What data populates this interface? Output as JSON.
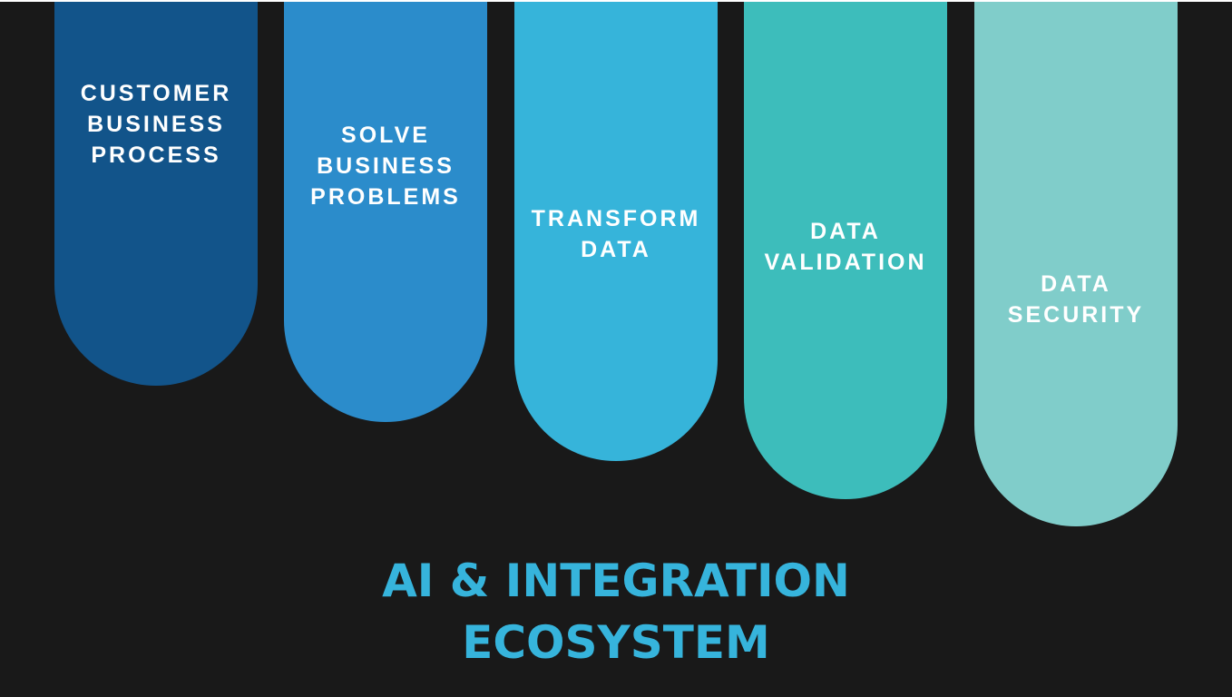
{
  "pillars": [
    {
      "label": "CUSTOMER\nBUSINESS\nPROCESS",
      "color": "#12548a"
    },
    {
      "label": "SOLVE\nBUSINESS\nPROBLEMS",
      "color": "#2b8ccb"
    },
    {
      "label": "TRANSFORM\nDATA",
      "color": "#36b4da"
    },
    {
      "label": "DATA\nVALIDATION",
      "color": "#3dbdbb"
    },
    {
      "label": "DATA\nSECURITY",
      "color": "#80cdca"
    }
  ],
  "title": {
    "line1": "AI & INTEGRATION",
    "line2": "ECOSYSTEM",
    "color": "#36b4dc"
  }
}
